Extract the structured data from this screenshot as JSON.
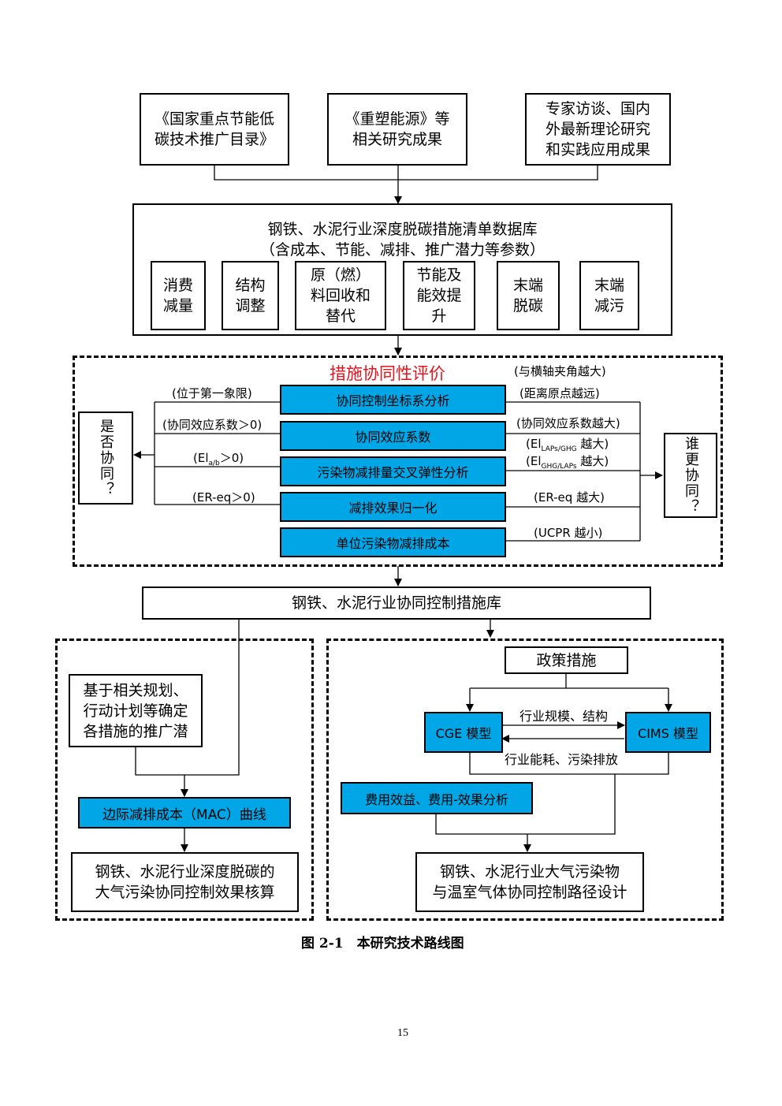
{
  "sources": [
    "《国家重点节能低\n碳技术推广目录》",
    "《重塑能源》等\n相关研究成果",
    "专家访谈、国内\n外最新理论研究\n和实践应用成果"
  ],
  "database": {
    "title": "钢铁、水泥行业深度脱碳措施清单数据库",
    "subtitle": "（含成本、节能、减排、推广潜力等参数）",
    "categories": [
      "消费\n减量",
      "结构\n调整",
      "原（燃）\n料回收和\n替代",
      "节能及\n能效提\n升",
      "末端\n脱碳",
      "末端\n减污"
    ]
  },
  "evaluation": {
    "title": "措施协同性评价",
    "methods": [
      "协同控制坐标系分析",
      "协同效应系数",
      "污染物减排量交叉弹性分析",
      "减排效果归一化",
      "单位污染物减排成本"
    ],
    "left_question": "是否协同？",
    "right_question": "谁更协同？",
    "left_labels": {
      "l1": "(位于第一象限)",
      "l2": "(协同效应系数＞0)",
      "l3_pre": "(El",
      "l3_sub": "a/b",
      "l3_post": "＞0)",
      "l4": "(ER-eq＞0)"
    },
    "right_labels": {
      "r0": "(与横轴夹角越大)",
      "r1": "(距离原点越远)",
      "r2": "(协同效应系数越大)",
      "r3_pre": "(El",
      "r3_sub": "LAPs/GHG",
      "r3_post": " 越大)",
      "r4_pre": "(El",
      "r4_sub": "GHG/LAPs",
      "r4_post": " 越大)",
      "r5": "(ER-eq 越大)",
      "r6": "(UCPR 越小)"
    }
  },
  "measure_library": "钢铁、水泥行业协同控制措施库",
  "left_panel": {
    "potential": "基于相关规划、\n行动计划等确定\n各措施的推广潜",
    "mac": "边际减排成本（MAC）曲线",
    "result": "钢铁、水泥行业深度脱碳的\n大气污染协同控制效果核算"
  },
  "right_panel": {
    "policy": "政策措施",
    "cge": "CGE 模型",
    "cims": "CIMS 模型",
    "arrow_top": "行业规模、结构",
    "arrow_bottom": "行业能耗、污染排放",
    "cost": "费用效益、费用-效果分析",
    "result": "钢铁、水泥行业大气污染物\n与温室气体协同控制路径设计"
  },
  "caption": "图 2-1　本研究技术路线图",
  "page_number": "15",
  "colors": {
    "method_fill": "#00a6e6",
    "title_red": "#e8131a"
  }
}
